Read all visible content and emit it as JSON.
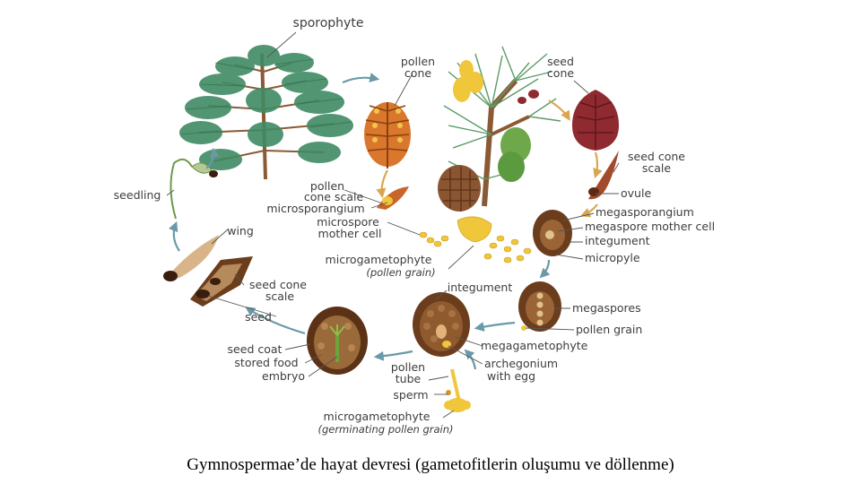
{
  "caption": "Gymnospermae’de hayat devresi (gametofitlerin oluşumu ve döllenme)",
  "labels": {
    "sporophyte": "sporophyte",
    "pollen_cone_1": "pollen",
    "pollen_cone_2": "cone",
    "seed_cone_1": "seed",
    "seed_cone_2": "cone",
    "seed_cone_scale_1": "seed cone",
    "seed_cone_scale_2": "scale",
    "ovule": "ovule",
    "megasporangium": "megasporangium",
    "megaspore_mother_cell": "megaspore mother cell",
    "integument_top": "integument",
    "micropyle": "micropyle",
    "pollen_cone_scale_1": "pollen",
    "pollen_cone_scale_2": "cone scale",
    "microsporangium": "microsporangium",
    "microspore_1": "microspore",
    "microspore_2": "mother cell",
    "seedling": "seedling",
    "wing": "wing",
    "microgametophyte_1": "microgametophyte",
    "microgametophyte_2": "(pollen grain)",
    "integument_mid": "integument",
    "megaspores": "megaspores",
    "pollen_grain": "pollen grain",
    "seed_cone_scale_left_1": "seed cone",
    "seed_cone_scale_left_2": "scale",
    "seed": "seed",
    "megagametophyte": "megagametophyte",
    "archegonium_1": "archegonium",
    "archegonium_2": "with egg",
    "seed_coat": "seed coat",
    "stored_food": "stored food",
    "embryo": "embryo",
    "pollen_tube_1": "pollen",
    "pollen_tube_2": "tube",
    "sperm": "sperm",
    "germinating_1": "microgametophyte",
    "germinating_2": "(germinating pollen grain)"
  },
  "colors": {
    "needle_green": "#3f8a63",
    "trunk_brown": "#8a5a35",
    "pollen_orange": "#d9782c",
    "seed_cone_red": "#8e2a30",
    "pollen_yellow": "#f0c63a",
    "ovule_brown": "#6b3d1c",
    "arrow_blue": "#6a9aa8",
    "arrow_orange": "#d9a650"
  }
}
